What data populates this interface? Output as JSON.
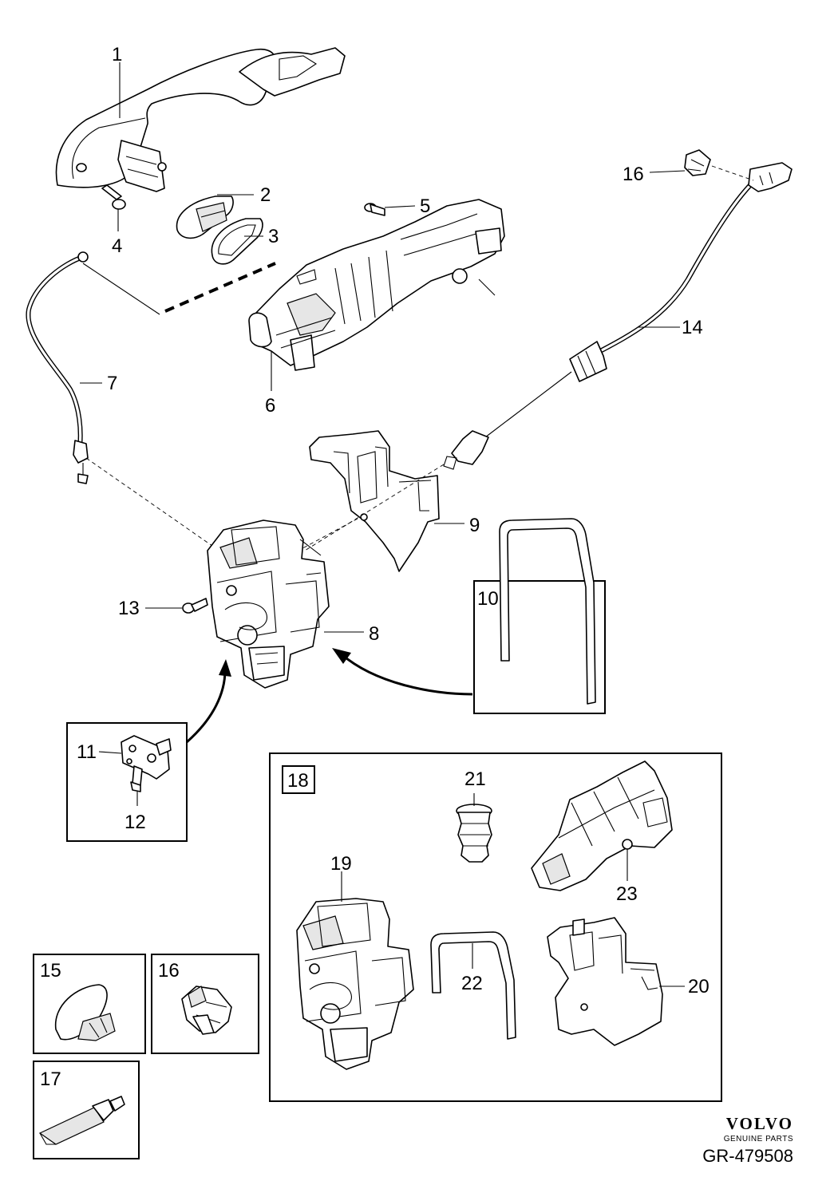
{
  "callouts": {
    "c1": "1",
    "c2": "2",
    "c3": "3",
    "c4": "4",
    "c5": "5",
    "c6": "6",
    "c7": "7",
    "c8": "8",
    "c9": "9",
    "c10": "10",
    "c11": "11",
    "c12": "12",
    "c13": "13",
    "c14": "14",
    "c15": "15",
    "c16": "16",
    "c16b": "16",
    "c17": "17",
    "c18": "18",
    "c19": "19",
    "c20": "20",
    "c21": "21",
    "c22": "22",
    "c23": "23"
  },
  "brand": {
    "logo": "VOLVO",
    "tagline": "GENUINE PARTS"
  },
  "figure_id": "GR-479508"
}
